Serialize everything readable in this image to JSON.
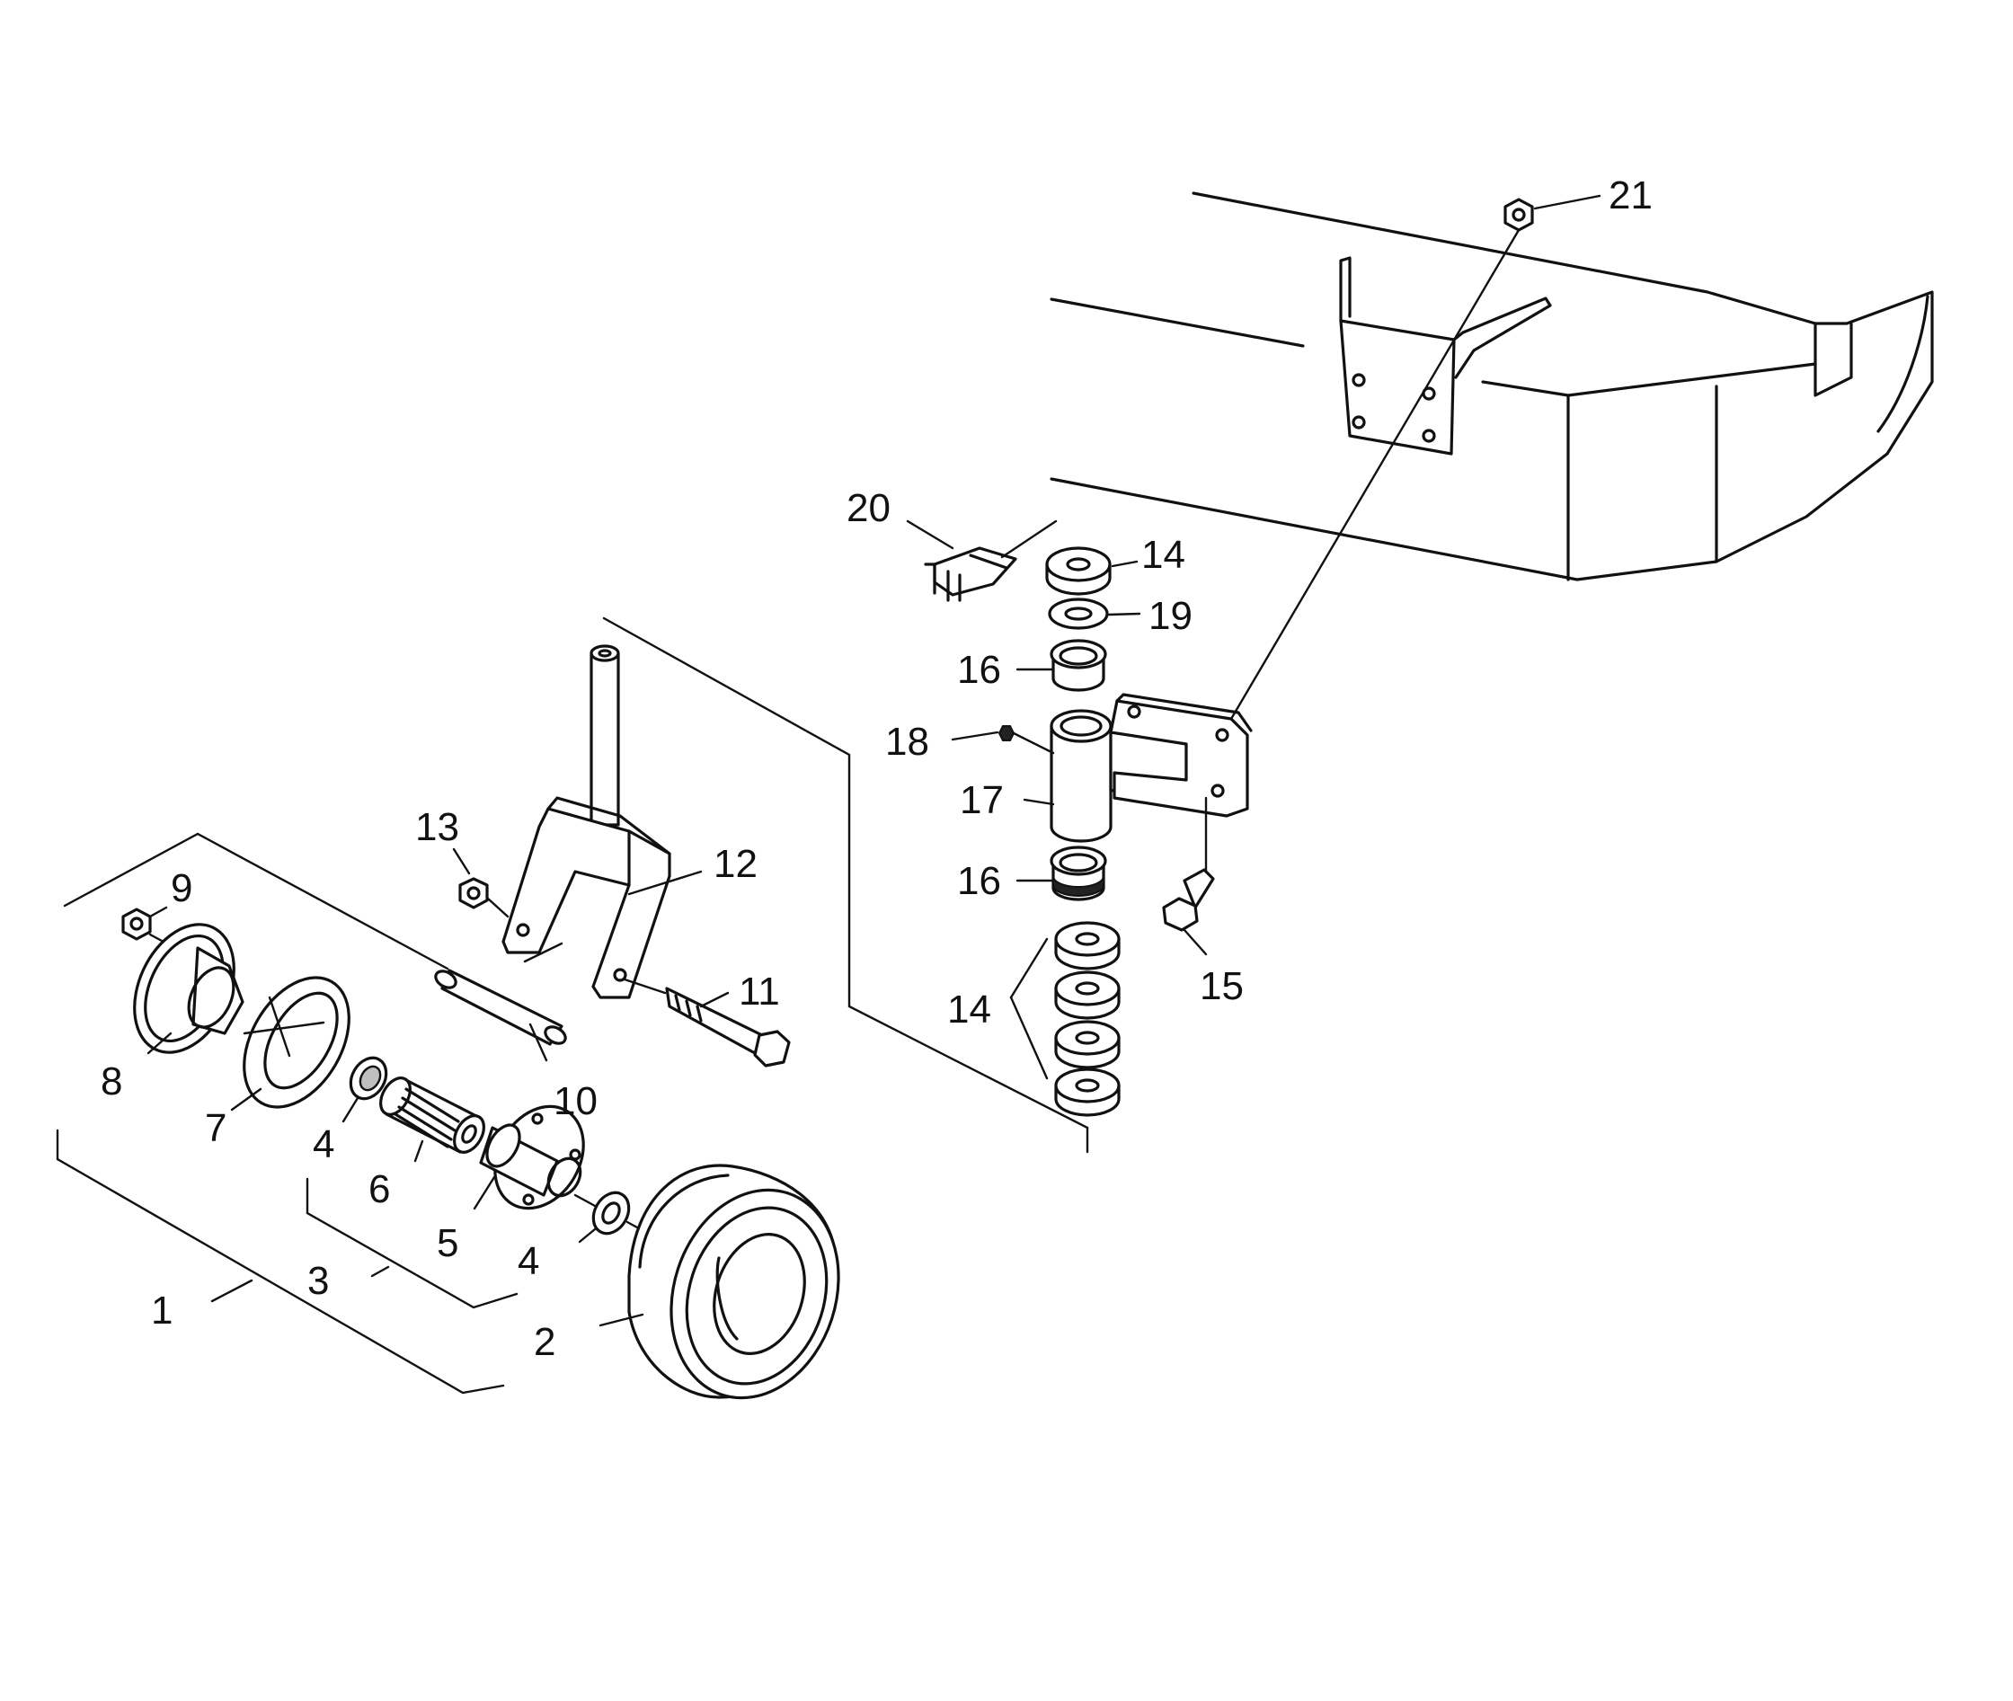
{
  "callouts": {
    "c1": "1",
    "c2": "2",
    "c3": "3",
    "c4a": "4",
    "c4b": "4",
    "c5": "5",
    "c6": "6",
    "c7": "7",
    "c8": "8",
    "c9": "9",
    "c10": "10",
    "c11": "11",
    "c12": "12",
    "c13": "13",
    "c14a": "14",
    "c14b": "14",
    "c15": "15",
    "c16a": "16",
    "c16b": "16",
    "c17": "17",
    "c18": "18",
    "c19": "19",
    "c20": "20",
    "c21": "21"
  },
  "colors": {
    "line": "#111111",
    "background": "#ffffff",
    "shading": "#bfbfbf"
  }
}
